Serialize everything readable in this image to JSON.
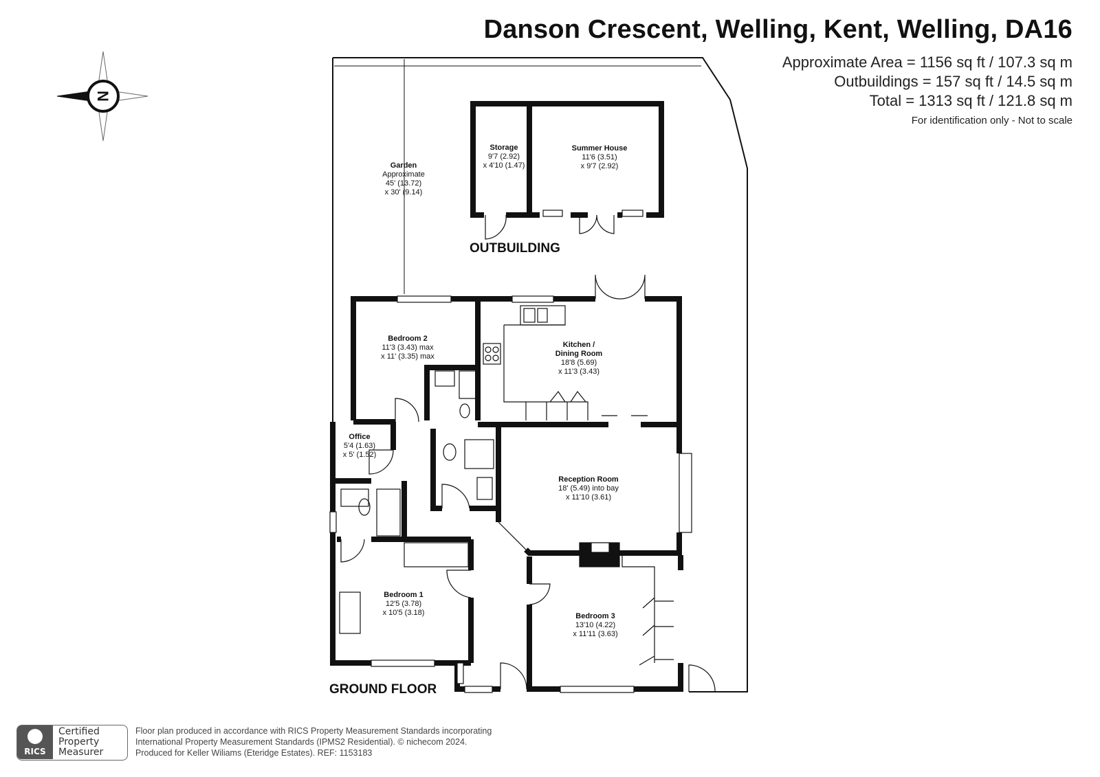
{
  "header": {
    "title": "Danson Crescent, Welling, Kent, Welling, DA16",
    "area_approx": "Approximate Area = 1156 sq ft / 107.3 sq m",
    "area_outbuildings": "Outbuildings = 157 sq ft / 14.5 sq m",
    "area_total": "Total = 1313 sq ft / 121.8 sq m",
    "note": "For identification only - Not to scale"
  },
  "compass": {
    "letter": "N",
    "icon": "compass-rose-icon"
  },
  "outbuilding": {
    "label": "OUTBUILDING",
    "storage": {
      "name": "Storage",
      "dim1": "9'7 (2.92)",
      "dim2": "x 4'10 (1.47)"
    },
    "summer_house": {
      "name": "Summer House",
      "dim1": "11'6 (3.51)",
      "dim2": "x 9'7 (2.92)"
    }
  },
  "garden": {
    "name": "Garden",
    "line1": "Approximate",
    "dim1": "45' (13.72)",
    "dim2": "x 30' (9.14)"
  },
  "ground_floor": {
    "label": "GROUND FLOOR",
    "rooms": [
      {
        "id": "bedroom2",
        "name": "Bedroom 2",
        "dim1": "11'3 (3.43) max",
        "dim2": "x 11' (3.35) max"
      },
      {
        "id": "kitchen",
        "name": "Kitchen /",
        "name2": "Dining Room",
        "dim1": "18'8 (5.69)",
        "dim2": "x 11'3 (3.43)"
      },
      {
        "id": "office",
        "name": "Office",
        "dim1": "5'4 (1.63)",
        "dim2": "x 5' (1.52)"
      },
      {
        "id": "reception",
        "name": "Reception Room",
        "dim1": "18' (5.49) into bay",
        "dim2": "x 11'10 (3.61)"
      },
      {
        "id": "bedroom1",
        "name": "Bedroom 1",
        "dim1": "12'5 (3.78)",
        "dim2": "x 10'5 (3.18)"
      },
      {
        "id": "bedroom3",
        "name": "Bedroom 3",
        "dim1": "13'10 (4.22)",
        "dim2": "x 11'11 (3.63)"
      }
    ]
  },
  "footer": {
    "line1": "Floor plan produced in accordance with RICS Property Measurement Standards incorporating",
    "line2": "International Property Measurement Standards (IPMS2 Residential).  © nichecom 2024.",
    "line3": "Produced for Keller Wiliams (Eteridge Estates).   REF: 1153183",
    "badge_logo": "RICS",
    "badge_line1": "Certified",
    "badge_line2": "Property",
    "badge_line3": "Measurer"
  }
}
